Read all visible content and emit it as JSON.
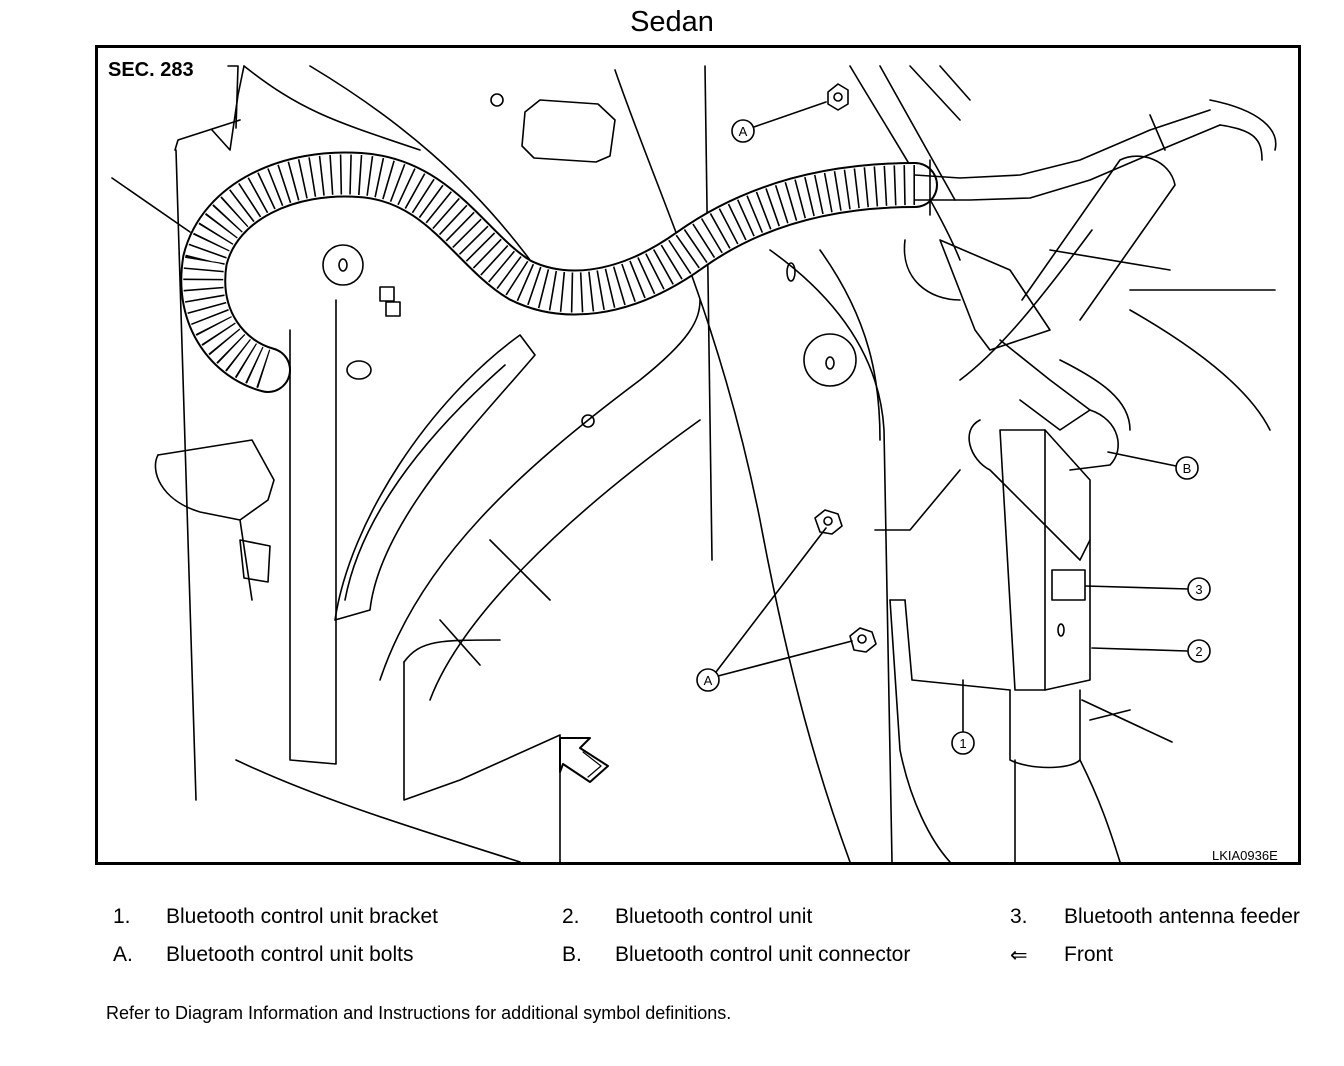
{
  "title": "Sedan",
  "section": "SEC. 283",
  "figure_code": "LKIA0936E",
  "callouts": {
    "one": "1",
    "two": "2",
    "three": "3",
    "a_top": "A",
    "a_bottom": "A",
    "b": "B"
  },
  "legend": [
    {
      "key": "1.",
      "text": "Bluetooth control unit bracket"
    },
    {
      "key": "2.",
      "text": "Bluetooth control unit"
    },
    {
      "key": "3.",
      "text": "Bluetooth antenna feeder"
    },
    {
      "key": "A.",
      "text": "Bluetooth control unit bolts"
    },
    {
      "key": "B.",
      "text": "Bluetooth control unit connector"
    },
    {
      "key": "⇐",
      "text": "Front"
    }
  ],
  "note": "Refer to Diagram Information and Instructions for additional symbol definitions."
}
